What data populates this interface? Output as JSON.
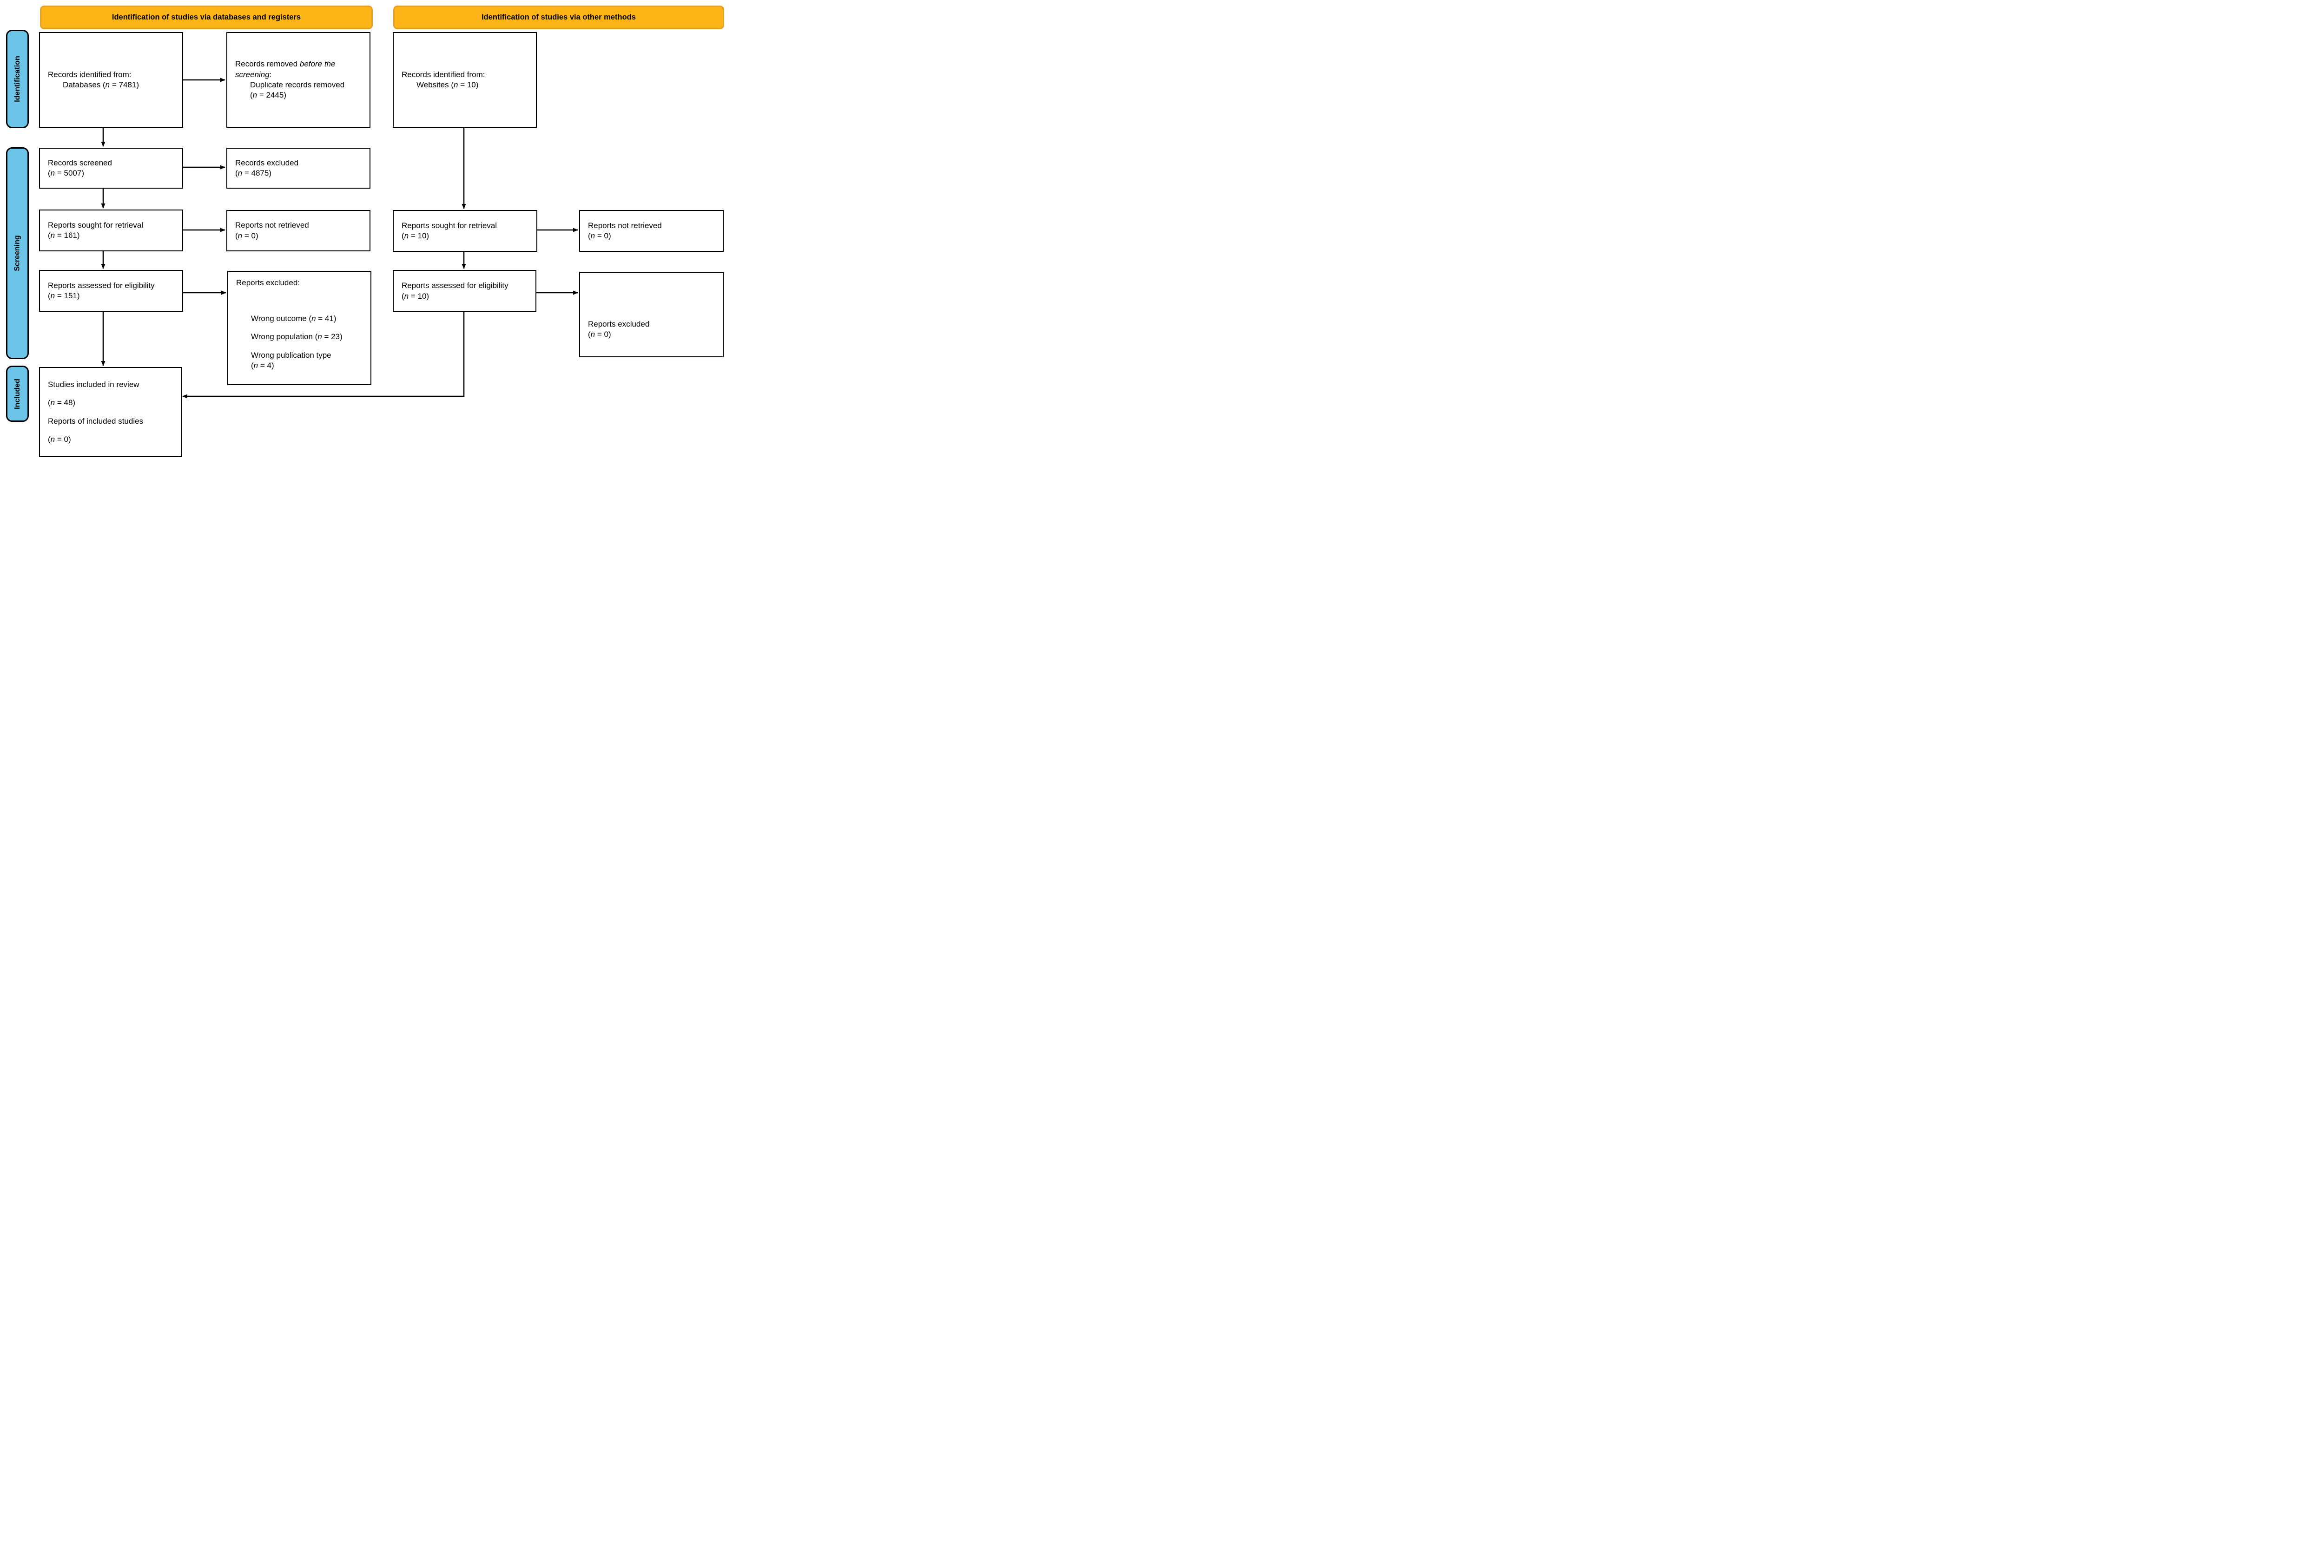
{
  "colors": {
    "header_fill": "#FDB417",
    "header_border": "#E5A02A",
    "tab_fill": "#6CC4E8",
    "box_border": "#000000",
    "arrow": "#000000"
  },
  "headers": [
    {
      "label": "Identification of studies via databases and registers"
    },
    {
      "label": "Identification of studies via other methods"
    }
  ],
  "sidebar": [
    {
      "label": "Identification"
    },
    {
      "label": "Screening"
    },
    {
      "label": "Included"
    }
  ],
  "boxes": {
    "records_identified_databases": {
      "lines": [
        {
          "parts": [
            {
              "t": "Records identified from:"
            }
          ]
        },
        {
          "indent": 1,
          "parts": [
            {
              "t": "Databases ("
            },
            {
              "t": "n",
              "i": true
            },
            {
              "t": " = 7481)"
            }
          ]
        }
      ]
    },
    "records_removed_before_screening": {
      "lines": [
        {
          "parts": [
            {
              "t": "Records removed "
            },
            {
              "t": "before the",
              "i": true
            }
          ]
        },
        {
          "parts": [
            {
              "t": "screening",
              "i": true
            },
            {
              "t": ":"
            }
          ]
        },
        {
          "indent": 1,
          "parts": [
            {
              "t": "Duplicate records removed"
            }
          ]
        },
        {
          "indent": 1,
          "parts": [
            {
              "t": "("
            },
            {
              "t": "n",
              "i": true
            },
            {
              "t": " = 2445)"
            }
          ]
        }
      ]
    },
    "records_identified_websites": {
      "lines": [
        {
          "parts": [
            {
              "t": "Records identified from:"
            }
          ]
        },
        {
          "indent": 1,
          "parts": [
            {
              "t": "Websites ("
            },
            {
              "t": "n",
              "i": true
            },
            {
              "t": " = 10)"
            }
          ]
        }
      ]
    },
    "records_screened": {
      "lines": [
        {
          "parts": [
            {
              "t": "Records screened"
            }
          ]
        },
        {
          "parts": [
            {
              "t": "("
            },
            {
              "t": "n",
              "i": true
            },
            {
              "t": " = 5007)"
            }
          ]
        }
      ]
    },
    "records_excluded": {
      "lines": [
        {
          "parts": [
            {
              "t": "Records excluded"
            }
          ]
        },
        {
          "parts": [
            {
              "t": "("
            },
            {
              "t": "n",
              "i": true
            },
            {
              "t": " = 4875)"
            }
          ]
        }
      ]
    },
    "reports_sought_databases": {
      "lines": [
        {
          "parts": [
            {
              "t": "Reports sought for retrieval"
            }
          ]
        },
        {
          "parts": [
            {
              "t": "("
            },
            {
              "t": "n",
              "i": true
            },
            {
              "t": " = 161)"
            }
          ]
        }
      ]
    },
    "reports_not_retrieved_databases": {
      "lines": [
        {
          "parts": [
            {
              "t": "Reports not retrieved"
            }
          ]
        },
        {
          "parts": [
            {
              "t": "("
            },
            {
              "t": "n",
              "i": true
            },
            {
              "t": " = 0)"
            }
          ]
        }
      ]
    },
    "reports_sought_other": {
      "lines": [
        {
          "parts": [
            {
              "t": "Reports sought for retrieval"
            }
          ]
        },
        {
          "parts": [
            {
              "t": "("
            },
            {
              "t": "n",
              "i": true
            },
            {
              "t": " = 10)"
            }
          ]
        }
      ]
    },
    "reports_not_retrieved_other": {
      "lines": [
        {
          "parts": [
            {
              "t": "Reports not retrieved"
            }
          ]
        },
        {
          "parts": [
            {
              "t": "("
            },
            {
              "t": "n",
              "i": true
            },
            {
              "t": " = 0)"
            }
          ]
        }
      ]
    },
    "reports_assessed_databases": {
      "lines": [
        {
          "parts": [
            {
              "t": "Reports assessed for eligibility"
            }
          ]
        },
        {
          "parts": [
            {
              "t": "("
            },
            {
              "t": "n",
              "i": true
            },
            {
              "t": " = 151)"
            }
          ]
        }
      ]
    },
    "reports_excluded_reasons": {
      "lines": [
        {
          "parts": [
            {
              "t": "Reports excluded:"
            }
          ]
        },
        {
          "gap": 2,
          "indent": 1,
          "parts": [
            {
              "t": "Wrong outcome ("
            },
            {
              "t": "n",
              "i": true
            },
            {
              "t": " = 41)"
            }
          ]
        },
        {
          "gap": 1,
          "indent": 1,
          "parts": [
            {
              "t": "Wrong population ("
            },
            {
              "t": "n",
              "i": true
            },
            {
              "t": " = 23)"
            }
          ]
        },
        {
          "gap": 1,
          "indent": 1,
          "parts": [
            {
              "t": "Wrong publication type"
            }
          ]
        },
        {
          "indent": 1,
          "parts": [
            {
              "t": "("
            },
            {
              "t": "n",
              "i": true
            },
            {
              "t": " = 4)"
            }
          ]
        }
      ]
    },
    "reports_assessed_other": {
      "lines": [
        {
          "parts": [
            {
              "t": "Reports assessed for eligibility"
            }
          ]
        },
        {
          "parts": [
            {
              "t": "("
            },
            {
              "t": "n",
              "i": true
            },
            {
              "t": " = 10)"
            }
          ]
        }
      ]
    },
    "reports_excluded_other": {
      "lines": [
        {
          "parts": [
            {
              "t": "Reports excluded"
            }
          ]
        },
        {
          "parts": [
            {
              "t": "("
            },
            {
              "t": "n",
              "i": true
            },
            {
              "t": " = 0)"
            }
          ]
        }
      ]
    },
    "studies_included": {
      "lines": [
        {
          "parts": [
            {
              "t": "Studies included in review"
            }
          ]
        },
        {
          "gap": 1,
          "parts": [
            {
              "t": "("
            },
            {
              "t": "n",
              "i": true
            },
            {
              "t": " = 48)"
            }
          ]
        },
        {
          "gap": 1,
          "parts": [
            {
              "t": "Reports of included studies"
            }
          ]
        },
        {
          "gap": 1,
          "parts": [
            {
              "t": "("
            },
            {
              "t": "n",
              "i": true
            },
            {
              "t": " = 0)"
            }
          ]
        }
      ]
    }
  }
}
